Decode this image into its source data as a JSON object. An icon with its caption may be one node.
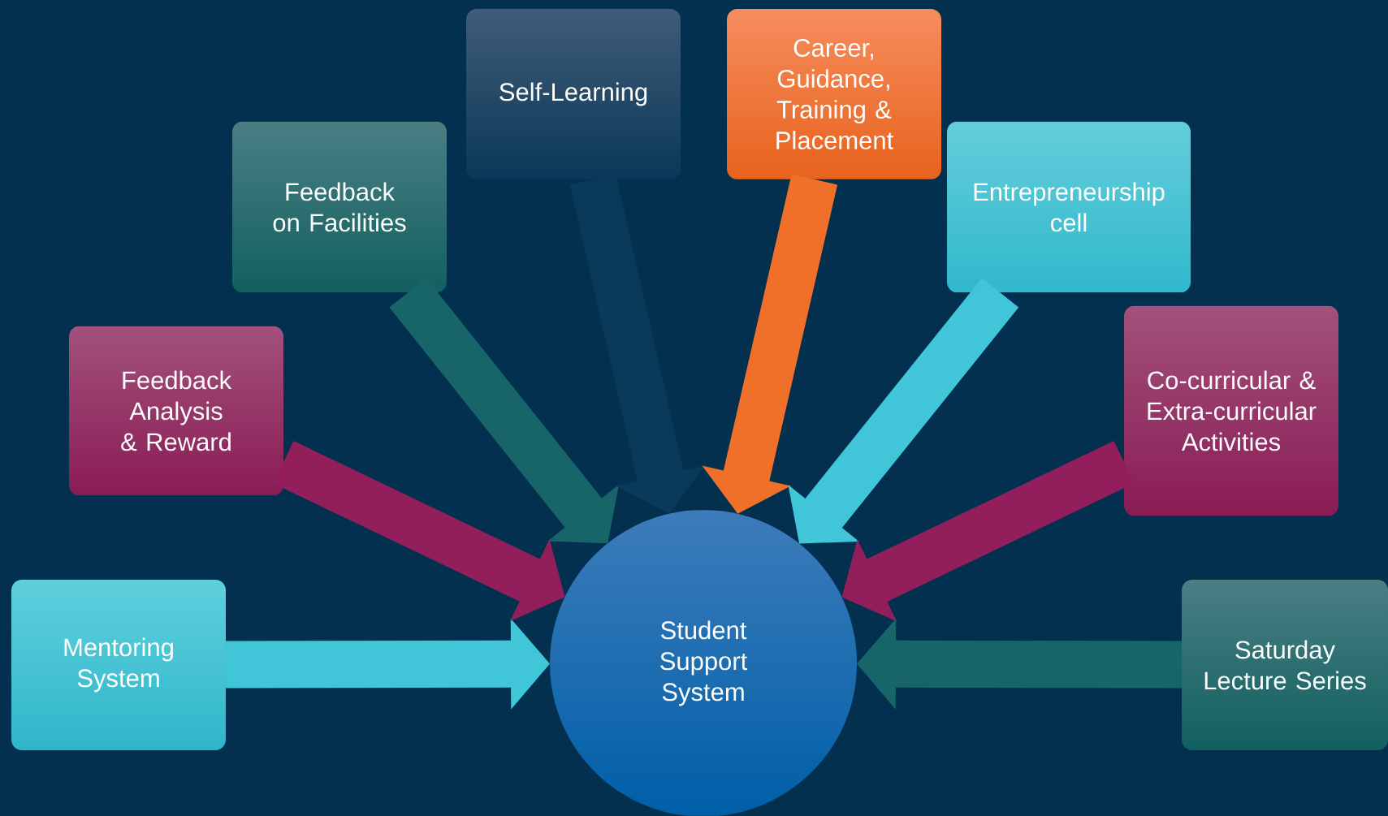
{
  "diagram": {
    "nodes": [
      {
        "text": [
          "Mentoring System"
        ]
      },
      {
        "text": [
          "Feedback Analysis & Reward"
        ]
      },
      {
        "text": [
          "Feedback on Facilities"
        ]
      },
      {
        "text": [
          "Self-Learning"
        ]
      },
      {
        "text": [
          "Career, Guidance, Training & Placement"
        ]
      },
      {
        "text": [
          "Entrepreneurship cell"
        ]
      },
      {
        "text": [
          "Co-curricular & Extra-curricular Activities"
        ]
      },
      {
        "text": [
          "Saturday Lecture Series"
        ]
      },
      {
        "text": [
          "Student Support System"
        ]
      }
    ],
    "edges": [
      {
        "from": 0,
        "to": 8,
        "arrow": "to",
        "color": "#40c6d8"
      },
      {
        "from": 1,
        "to": 8,
        "arrow": "to",
        "color": "#921f5c"
      },
      {
        "from": 2,
        "to": 8,
        "arrow": "to",
        "color": "#176569"
      },
      {
        "from": 3,
        "to": 8,
        "arrow": "to",
        "color": "#0a3a5a"
      },
      {
        "from": 4,
        "to": 8,
        "arrow": "to",
        "color": "#f0702a"
      },
      {
        "from": 5,
        "to": 8,
        "arrow": "to",
        "color": "#40c6d8"
      },
      {
        "from": 6,
        "to": 8,
        "arrow": "to",
        "color": "#921f5c"
      },
      {
        "from": 7,
        "to": 8,
        "arrow": "to",
        "color": "#176569"
      }
    ]
  }
}
